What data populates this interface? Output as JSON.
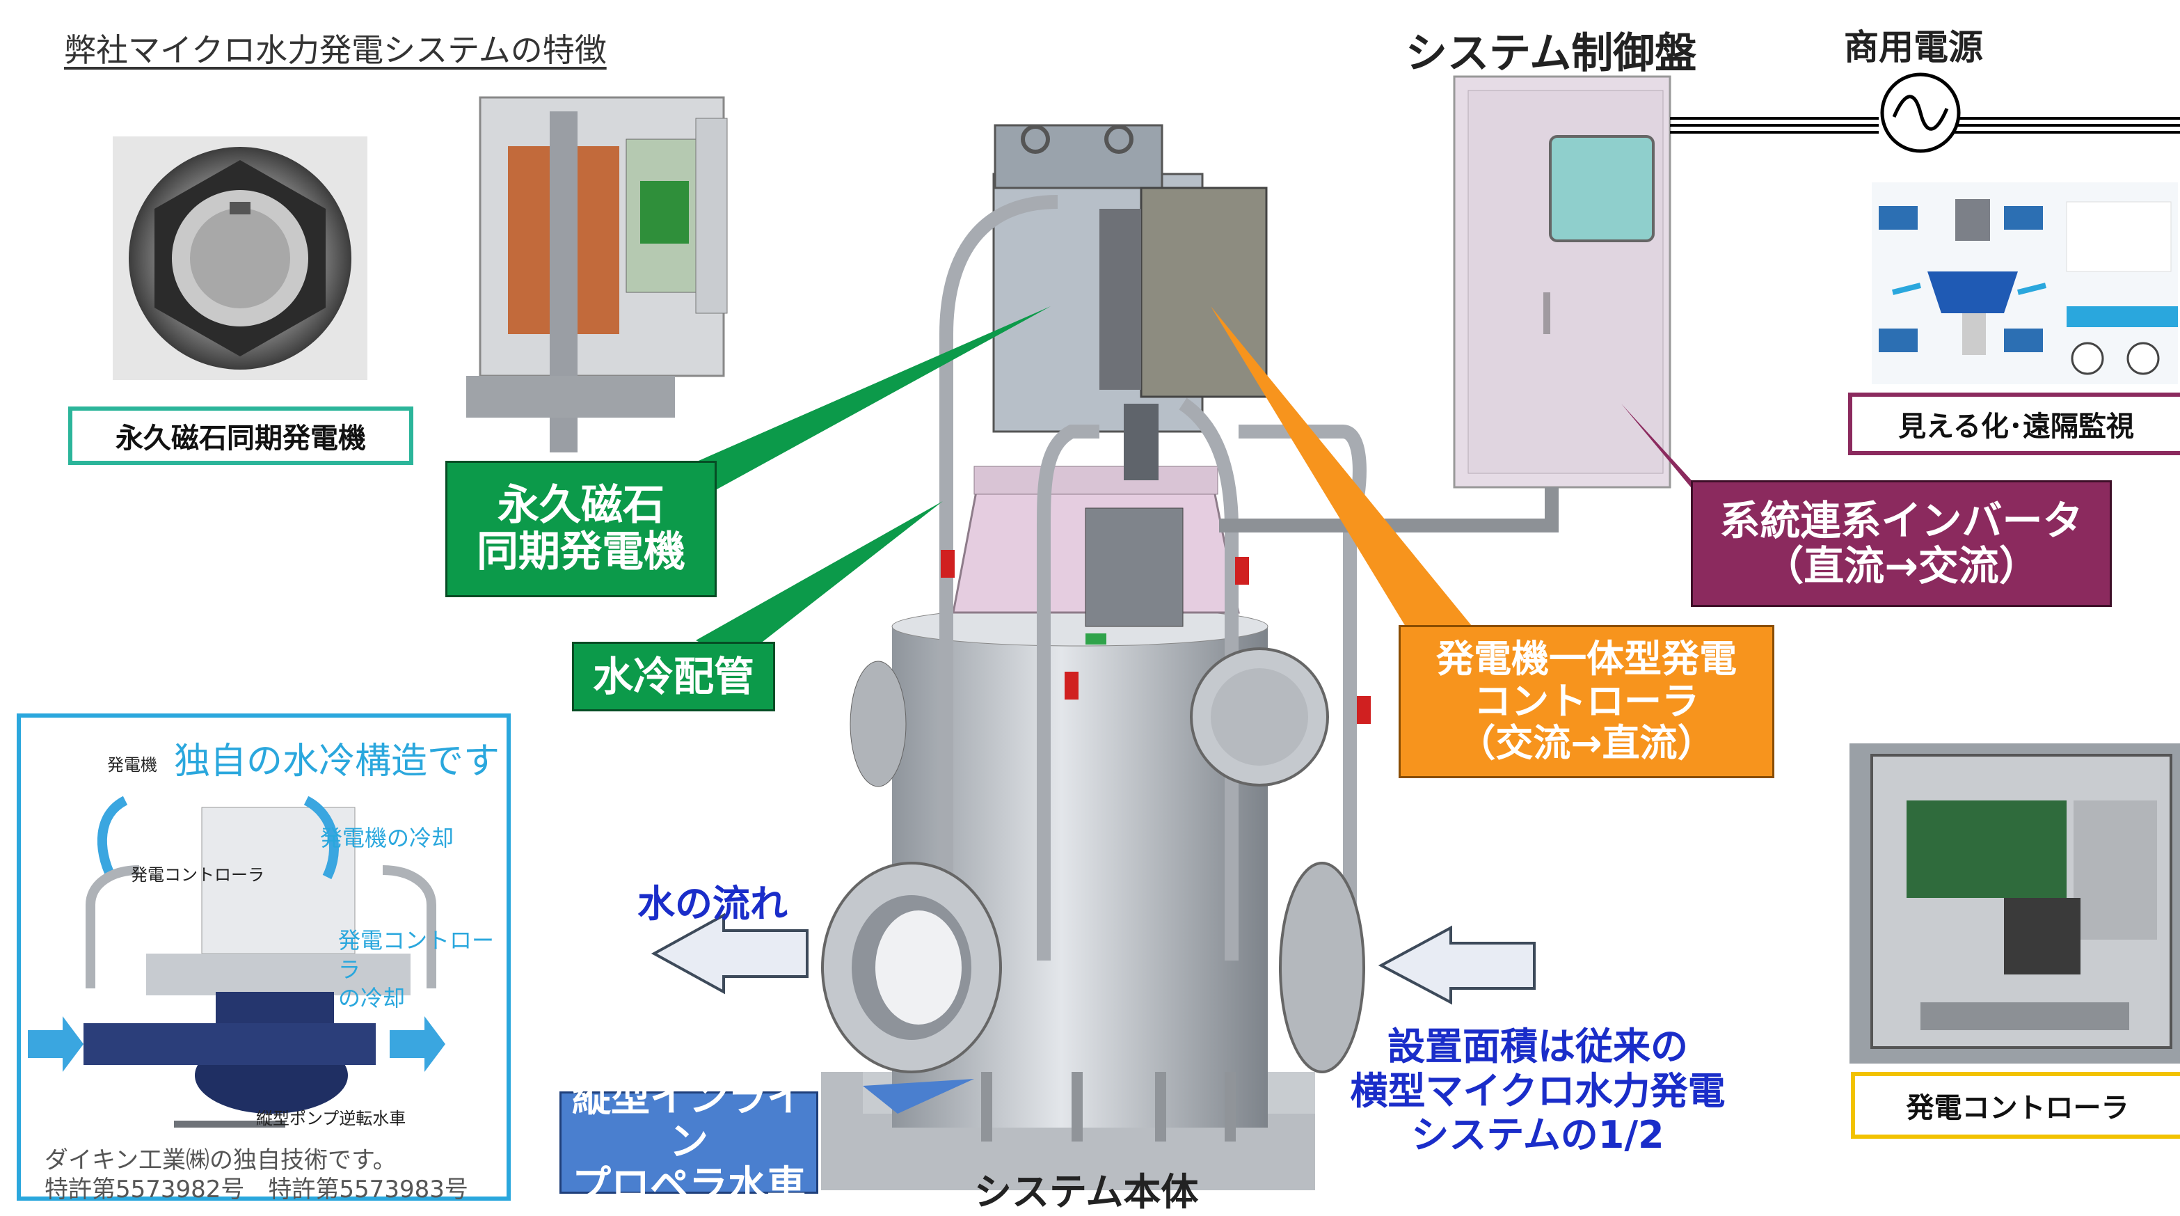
{
  "page_title": "弊社マイクロ水力発電システムの特徴",
  "labels": {
    "generator_photo_caption": "永久磁石同期発電機",
    "control_panel_title": "システム制御盤",
    "commercial_power": "商用電源",
    "monitoring_caption": "見える化･遠隔監視",
    "controller_photo_caption": "発電コントローラ",
    "system_body": "システム本体",
    "water_flow": "水の流れ"
  },
  "callouts": {
    "generator": [
      "永久磁石",
      "同期発電機"
    ],
    "water_cooling_pipe": "水冷配管",
    "inverter": [
      "系統連系インバータ",
      "（直流→交流）"
    ],
    "controller": [
      "発電機一体型発電",
      "コントローラ",
      "（交流→直流）"
    ],
    "turbine": [
      "縦型インライン",
      "プロペラ水車"
    ]
  },
  "footprint_note": [
    "設置面積は従来の",
    "横型マイクロ水力発電",
    "システムの1/2"
  ],
  "inset": {
    "heading": "独自の水冷構造です",
    "generator_small": "発電機",
    "generator_cooling": "発電機の冷却",
    "controller_small": "発電コントローラ",
    "controller_cooling": [
      "発電コントローラ",
      "の冷却"
    ],
    "pump_turbine": "縦型ポンプ逆転水車",
    "tech_note": "ダイキン工業㈱の独自技術です。",
    "patents": "特許第5573982号　特許第5573983号"
  },
  "colors": {
    "green": "#0c9a4a",
    "orange": "#f7941d",
    "maroon": "#8b2a5e",
    "blue": "#4a7fcf",
    "inset_border": "#2aa7dd",
    "monitor_border": "#8b2a5e",
    "controller_border": "#f2c200",
    "generator_border": "#2bb59a"
  }
}
